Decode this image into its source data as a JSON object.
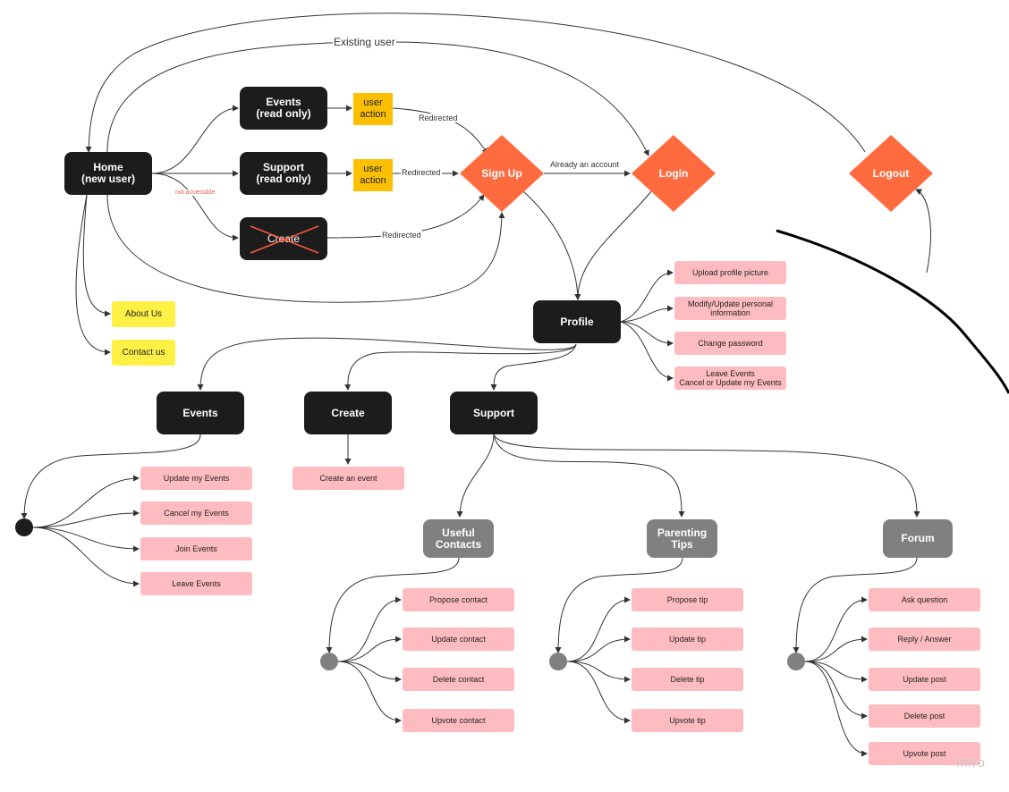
{
  "nodes": {
    "home": "Home\n(new user)",
    "events_ro": "Events\n(read only)",
    "support_ro": "Support\n(read only)",
    "create_top": "Create",
    "user_action": "user\naction",
    "signup": "Sign Up",
    "login": "Login",
    "logout": "Logout",
    "profile": "Profile",
    "about": "About Us",
    "contact": "Contact us",
    "events": "Events",
    "create": "Create",
    "support": "Support",
    "useful_contacts": "Useful\nContacts",
    "parenting_tips": "Parenting\nTips",
    "forum": "Forum"
  },
  "profile_actions": [
    "Upload profile picture",
    "Modify/Update personal\ninformation",
    "Change password",
    "Leave Events\nCancel or Update my Events"
  ],
  "events_actions": [
    "Update my Events",
    "Cancel my Events",
    "Join Events",
    "Leave Events"
  ],
  "create_actions": [
    "Create an event"
  ],
  "contacts_actions": [
    "Propose contact",
    "Update contact",
    "Delete contact",
    "Upvote contact"
  ],
  "tips_actions": [
    "Propose tip",
    "Update tip",
    "Delete tip",
    "Upvote tip"
  ],
  "forum_actions": [
    "Ask question",
    "Reply / Answer",
    "Update post",
    "Delete post",
    "Upvote post"
  ],
  "edge_labels": {
    "existing_user": "Existing user",
    "redirected": "Redirected",
    "already_account": "Already an account",
    "not_accessible": "not accessible"
  },
  "colors": {
    "dark_node": "#1c1c1c",
    "grey_node": "#808080",
    "action": "#ffbcc0",
    "note": "#fff046",
    "user_action": "#fcc000",
    "decision": "#ff6b3f",
    "not_accessible_text": "#e06040"
  },
  "watermark": "miro"
}
